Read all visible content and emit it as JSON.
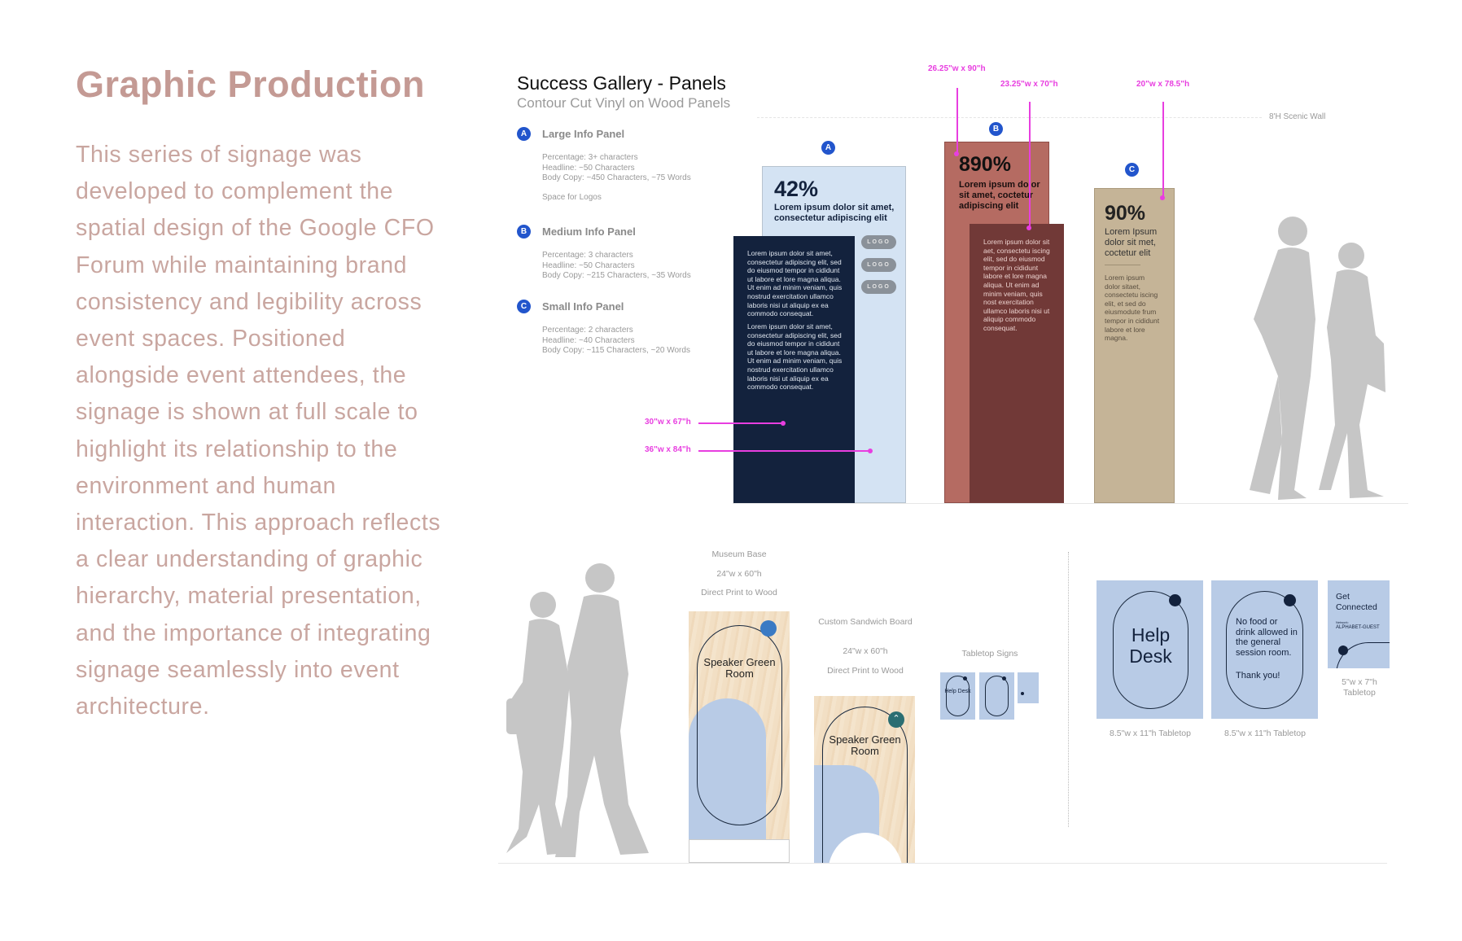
{
  "left": {
    "title": "Graphic Production",
    "body": "This series of signage was developed to complement the spatial design of the Google CFO Forum while maintaining brand consistency and legibility across event spaces. Positioned alongside event attendees, the signage is shown at full scale to highlight its relationship to the environment and human interaction. This approach reflects a clear understanding of graphic hierarchy, material presentation, and the importance of integrating signage seamlessly into event architecture."
  },
  "gallery": {
    "title": "Success Gallery - Panels",
    "subtitle": "Contour Cut Vinyl on Wood Panels",
    "wall_label": "8'H Scenic Wall",
    "legend": [
      {
        "badge": "A",
        "title": "Large Info Panel",
        "lines": [
          "Percentage: 3+ characters",
          "Headline: ~50 Characters",
          "Body Copy: ~450 Characters, ~75 Words"
        ],
        "extra": "Space for Logos"
      },
      {
        "badge": "B",
        "title": "Medium Info Panel",
        "lines": [
          "Percentage: 3 characters",
          "Headline: ~50 Characters",
          "Body Copy: ~215 Characters, ~35 Words"
        ]
      },
      {
        "badge": "C",
        "title": "Small Info Panel",
        "lines": [
          "Percentage: 2 characters",
          "Headline: ~40 Characters",
          "Body Copy: ~115 Characters, ~20 Words"
        ]
      }
    ],
    "dimensions": {
      "a_front": "30\"w x 67\"h",
      "a_back": "36\"w x 84\"h",
      "b_back": "26.25\"w x 90\"h",
      "b_front": "23.25\"w x 70\"h",
      "c": "20\"w x 78.5\"h"
    },
    "panel_a": {
      "badge": "A",
      "percent": "42%",
      "headline": "Lorem ipsum dolor sit amet, consectetur adipiscing elit",
      "body1": "Lorem ipsum dolor sit amet, consectetur adipiscing elit, sed do eiusmod tempor in cididunt ut labore et lore magna aliqua. Ut enim ad minim veniam, quis nostrud exercitation ullamco laboris nisi ut aliquip ex ea commodo consequat.",
      "body2": "Lorem ipsum dolor sit amet, consectetur adipiscing elit, sed do eiusmod tempor in cididunt ut labore et lore magna aliqua. Ut enim ad minim veniam, quis nostrud exercitation ullamco laboris nisi ut aliquip ex ea commodo consequat.",
      "logos": [
        "LOGO",
        "LOGO",
        "LOGO"
      ]
    },
    "panel_b": {
      "badge": "B",
      "percent": "890%",
      "headline": "Lorem ipsum dolor sit amet, coctetur adipiscing elit",
      "body": "Lorem ipsum dolor sit aet, consectetu iscing elit, sed do eiusmod tempor in cididunt labore et lore magna aliqua. Ut enim ad minim veniam, quis nost exercitation ullamco laboris nisi ut aliquip commodo consequat."
    },
    "panel_c": {
      "badge": "C",
      "percent": "90%",
      "headline": "Lorem Ipsum dolor sit met, coctetur elit",
      "body": "Lorem ipsum dolor sitaet, consectetu iscing elit, et sed do eiusmodute frum tempor in cididunt labore et lore magna."
    }
  },
  "wayfinding": {
    "museum": {
      "label": "Museum Base",
      "size": "24\"w x 60\"h",
      "material": "Direct Print to Wood",
      "sign_text": "Speaker Green Room"
    },
    "sandwich": {
      "label": "Custom Sandwich Board",
      "size": "24\"w x 60\"h",
      "material": "Direct Print to Wood",
      "sign_text": "Speaker Green Room"
    },
    "tabletop_label": "Tabletop Signs",
    "help_desk": {
      "text": "Help Desk",
      "caption": "8.5\"w x 11\"h Tabletop"
    },
    "no_food": {
      "text": "No food or drink allowed in the general session room.",
      "thanks": "Thank you!",
      "caption": "8.5\"w x 11\"h Tabletop"
    },
    "connected": {
      "title": "Get Connected",
      "network_label": "Network:",
      "network": "ALPHABET-GUEST",
      "caption1": "5\"w x 7\"h",
      "caption2": "Tabletop"
    }
  },
  "colors": {
    "accent": "#c49a94",
    "badge": "#2255cc",
    "dimension": "#e83ee0",
    "navy": "#13223d",
    "light_blue": "#d4e3f3",
    "red": "#b56b62",
    "dark_red": "#713937",
    "tan": "#c5b497"
  }
}
